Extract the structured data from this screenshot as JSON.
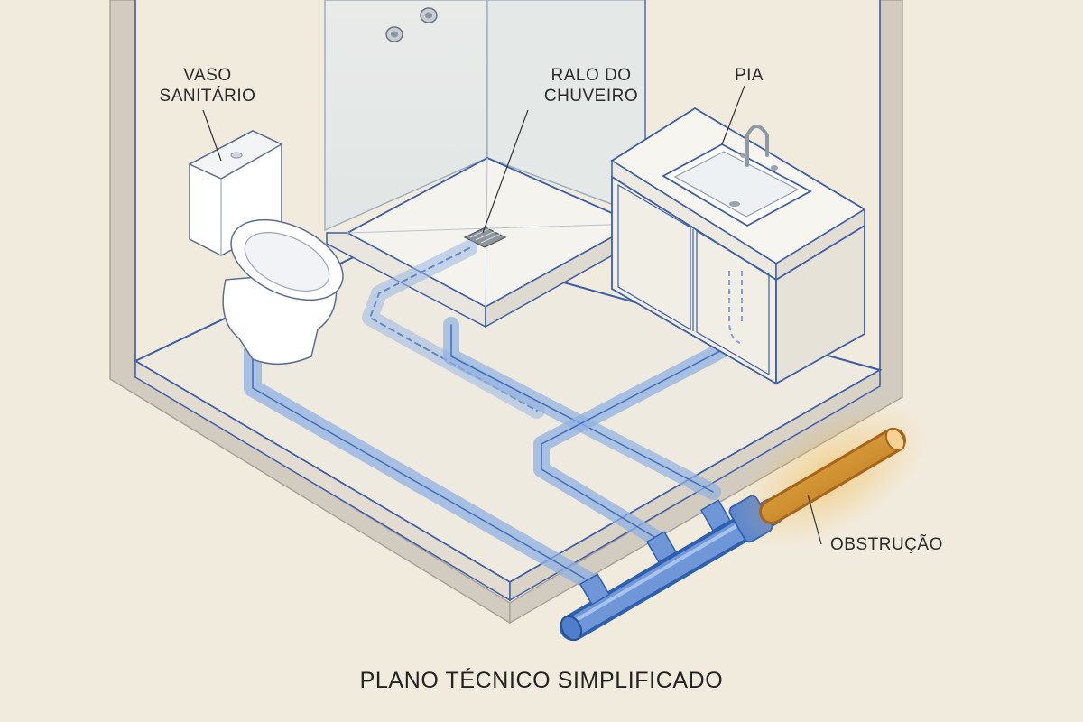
{
  "labels": {
    "toilet": [
      "VASO",
      "SANITÁRIO"
    ],
    "shower_drain": [
      "RALO DO",
      "CHUVEIRO"
    ],
    "sink": "PIA",
    "blockage": "OBSTRUÇÃO"
  },
  "title": "PLANO TÉCNICO SIMPLIFICADO",
  "colors": {
    "background": "#f1ebdd",
    "wall": "#c9c2b6",
    "outline": "#3c5ea8",
    "pipe": "#6f97d8",
    "pipe_dark": "#3f6fc0",
    "blockage": "#d99a2b",
    "fixture": "#ffffff"
  }
}
